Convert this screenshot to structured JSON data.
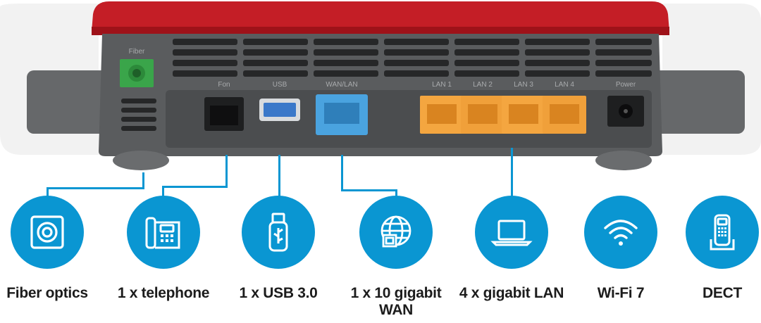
{
  "device": {
    "port_labels": {
      "fiber": "Fiber",
      "fon": "Fon",
      "usb": "USB",
      "wan": "WAN/LAN",
      "lan1": "LAN 1",
      "lan2": "LAN 2",
      "lan3": "LAN 3",
      "lan4": "LAN 4",
      "power": "Power"
    }
  },
  "colors": {
    "accent": "#0a96d2",
    "housing_red": "#c41e26",
    "housing_gray": "#5a5c5e",
    "lan_ports": "#f4a640",
    "wan_port": "#4aa3df",
    "usb_port": "#3a78c9",
    "fiber_port": "#3aa54a"
  },
  "features": [
    {
      "icon": "fiber-optics-icon",
      "label": "Fiber optics"
    },
    {
      "icon": "telephone-icon",
      "label": "1 x telephone"
    },
    {
      "icon": "usb-icon",
      "label": "1 x USB 3.0"
    },
    {
      "icon": "globe-wan-icon",
      "label": "1 x 10 gigabit WAN"
    },
    {
      "icon": "laptop-icon",
      "label": "4 x gigabit LAN"
    },
    {
      "icon": "wifi-icon",
      "label": "Wi-Fi 7"
    },
    {
      "icon": "dect-phone-icon",
      "label": "DECT"
    }
  ]
}
